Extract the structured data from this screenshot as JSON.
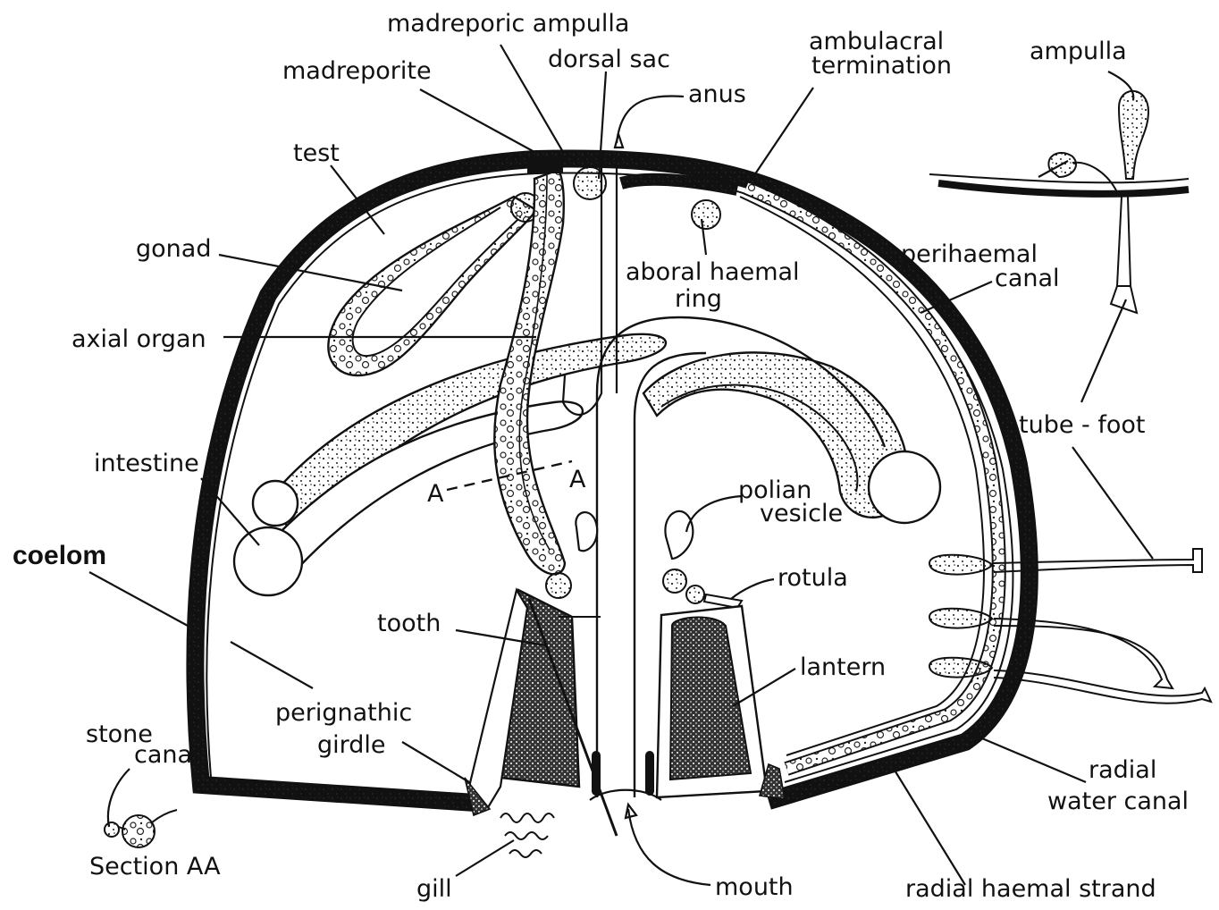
{
  "diagram": {
    "labels": {
      "madreporic_ampulla": "madreporic ampulla",
      "madreporite": "madreporite",
      "dorsal_sac": "dorsal sac",
      "anus": "anus",
      "ambulacral_1": "ambulacral",
      "ambulacral_2": "termination",
      "ampulla": "ampulla",
      "test": "test",
      "gonad": "gonad",
      "aboral_1": "aboral haemal",
      "aboral_2": "ring",
      "perihaemal_1": "perihaemal",
      "perihaemal_2": "canal",
      "axial_organ": "axial organ",
      "tube_foot": "tube - foot",
      "intestine": "intestine",
      "section_a_left": "A",
      "section_a_right": "A",
      "polian_1": "polian",
      "polian_2": "vesicle",
      "coelom": "coelom",
      "rotula": "rotula",
      "tooth": "tooth",
      "lantern": "lantern",
      "perignathic_1": "perignathic",
      "perignathic_2": "girdle",
      "stone_canal_1": "stone",
      "stone_canal_2": "canal",
      "radial_water_1": "radial",
      "radial_water_2": "water canal",
      "section_aa": "Section AA",
      "gill": "gill",
      "mouth": "mouth",
      "radial_haemal": "radial haemal strand"
    }
  }
}
